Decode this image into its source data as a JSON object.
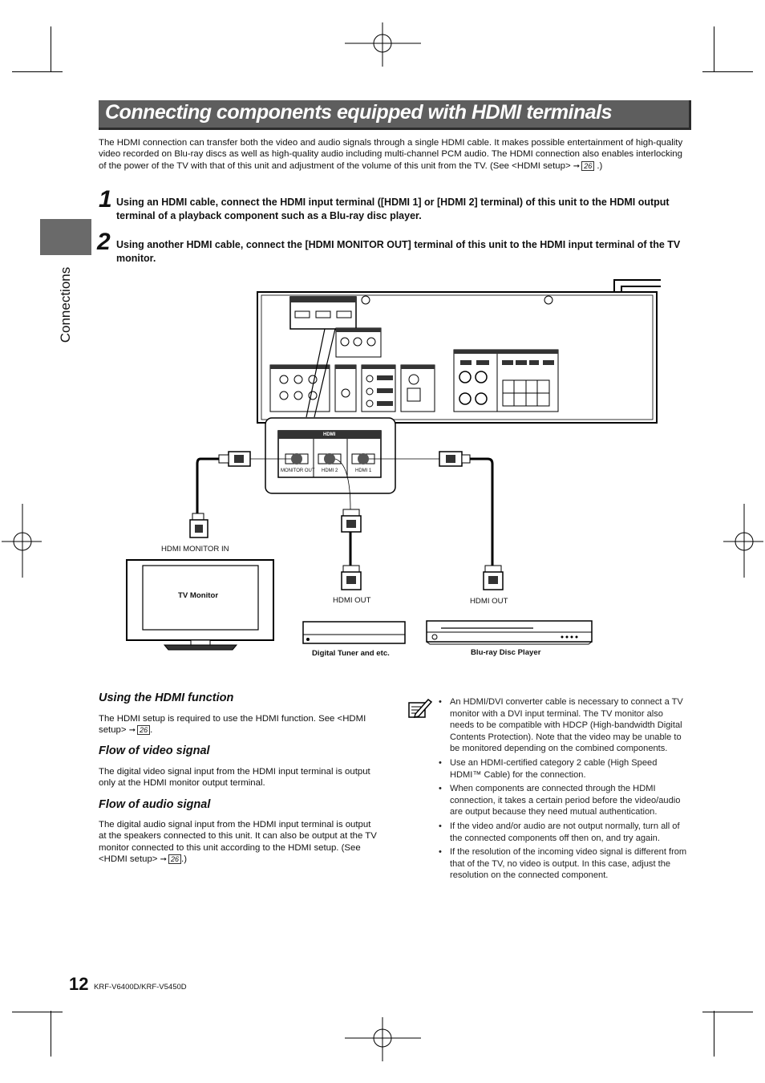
{
  "section_title": "Connecting components equipped with HDMI terminals",
  "side_tab_label": "Connections",
  "intro": {
    "text": "The HDMI connection can transfer both the video and audio signals through a single HDMI cable. It makes possible entertainment of high-quality video recorded on Blu-ray discs as well as high-quality audio including multi-channel PCM audio. The HDMI connection also enables interlocking of the power of the TV with that of this unit and adjustment of the volume of this unit from the TV. (See <HDMI setup>",
    "ref_page": "26",
    "tail": ".)"
  },
  "steps": [
    {
      "number": "1",
      "text": "Using an HDMI cable, connect the HDMI input terminal ([HDMI 1] or [HDMI 2] terminal) of this unit to the HDMI output terminal of a playback component such as a Blu-ray disc player."
    },
    {
      "number": "2",
      "text": "Using another HDMI cable, connect the [HDMI MONITOR OUT] terminal of this unit to the HDMI input terminal of the TV monitor."
    }
  ],
  "diagram": {
    "hdmi_panel_title": "HDMI",
    "ports": [
      "MONITOR OUT",
      "HDMI 2",
      "HDMI 1"
    ],
    "hdmi_monitor_in_label": "HDMI MONITOR IN",
    "tv_label": "TV Monitor",
    "hdmi_out_1": "HDMI OUT",
    "hdmi_out_2": "HDMI OUT",
    "tuner_label": "Digital Tuner and etc.",
    "bluray_label": "Blu-ray Disc Player"
  },
  "sections": [
    {
      "heading": "Using the HDMI function",
      "text": "The HDMI setup is required to use the HDMI function. See <HDMI setup>",
      "ref_page": "26",
      "tail": "."
    },
    {
      "heading": "Flow of video signal",
      "text": "The digital video signal input from the HDMI input terminal is output only at the HDMI monitor output terminal."
    },
    {
      "heading": "Flow of audio signal",
      "text": "The digital audio signal input from the HDMI input terminal is output at the speakers connected to this unit. It can also be output at the TV monitor connected to this unit according to the HDMI setup. (See <HDMI setup>",
      "ref_page": "26",
      "tail": ".)"
    }
  ],
  "notes": [
    "An HDMI/DVI converter cable is necessary to connect a TV monitor with a DVI input terminal. The TV monitor also needs to be compatible with HDCP (High-bandwidth Digital Contents Protection). Note that the video may be unable to be monitored depending on the combined components.",
    "Use an HDMI-certified category 2 cable (High Speed HDMI™ Cable) for the connection.",
    "When components are connected through the HDMI connection, it takes a certain period before the video/audio are output because they need mutual authentication.",
    "If the video and/or audio are not output normally, turn all of the connected components off then on, and try again.",
    "If the resolution of the incoming video signal is different from that of the TV, no video is output. In this case, adjust the resolution on the connected component."
  ],
  "footer": {
    "page_number": "12",
    "model": "KRF-V6400D/KRF-V5450D"
  }
}
